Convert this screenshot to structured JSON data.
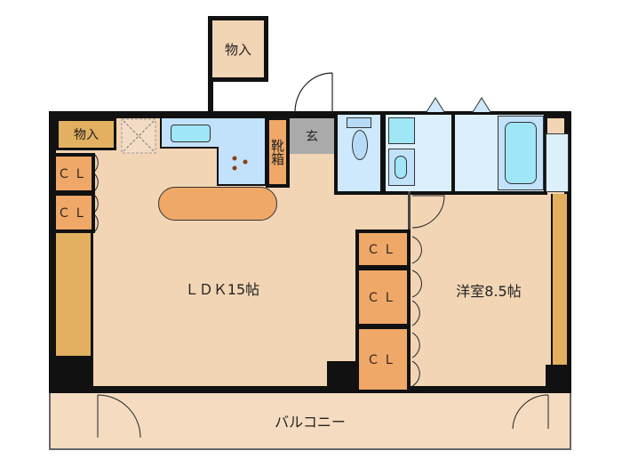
{
  "labels": {
    "storage_top": "物入",
    "storage_left": "物入",
    "shoe_box": "靴箱",
    "entrance": "玄",
    "ldk": "ＬＤＫ15帖",
    "western_room": "洋室8.5帖",
    "balcony": "バルコニー",
    "closet": "ＣＬ"
  },
  "colors": {
    "floor": "#f2d5b5",
    "closet": "#f0a868",
    "storage": "#e2b060",
    "wet": "#cde9fb",
    "fixture": "#9fe6f6",
    "entrance": "#aaaaaa",
    "wall": "#111111"
  }
}
